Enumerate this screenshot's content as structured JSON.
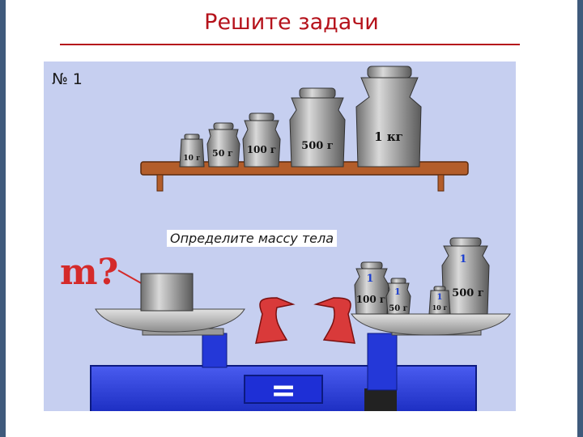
{
  "slide": {
    "title": "Решите задачи",
    "problem_number": "№ 1",
    "question": "Определите массу тела"
  },
  "shelf_weights": [
    {
      "label": "10 г"
    },
    {
      "label": "50 г"
    },
    {
      "label": "100 г"
    },
    {
      "label": "500 г"
    },
    {
      "label": "1 кг"
    }
  ],
  "scale": {
    "unknown_mass_label": "m?",
    "pan_weights": [
      {
        "top": "1",
        "label": "100 г"
      },
      {
        "top": "1",
        "label": "50 г"
      },
      {
        "top": "1",
        "label": "500 г"
      },
      {
        "top": "1",
        "label": "10 г"
      }
    ],
    "display": "="
  },
  "colors": {
    "title": "#b5121b",
    "panel": "#c6cff0",
    "base": "#2438d8",
    "shelf": "#b35d2a",
    "pointer": "#d93a3a"
  }
}
